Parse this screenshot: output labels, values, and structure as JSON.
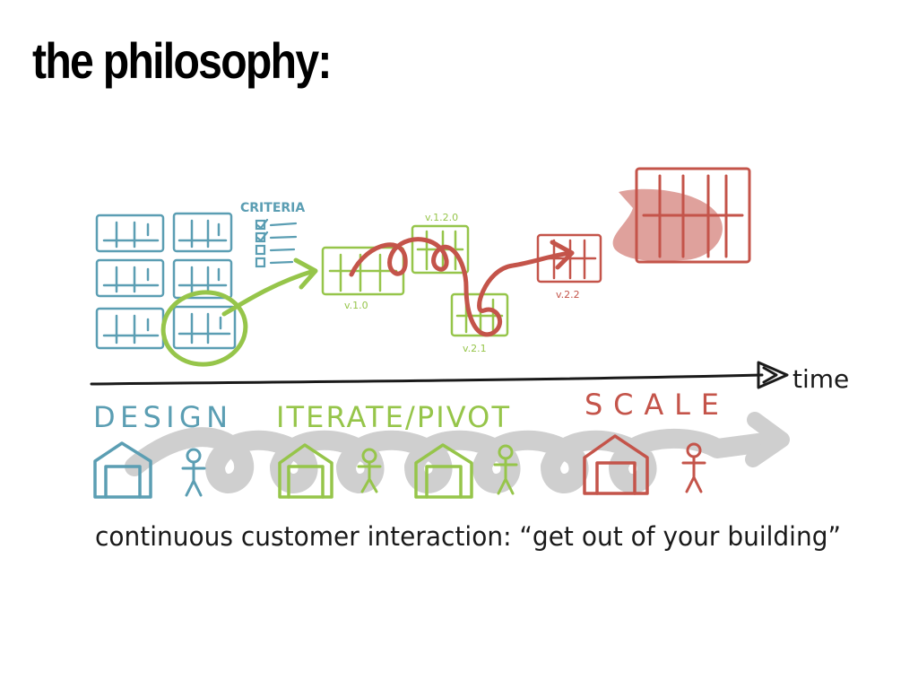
{
  "slide": {
    "title": "the philosophy:"
  },
  "diagram": {
    "criteria_label": "CRITERIA",
    "version_labels": [
      "v.1.0",
      "v.1.2.0",
      "v.2.1",
      "v.2.2"
    ],
    "time_label": "time",
    "phases": [
      "DESIGN",
      "ITERATE/PIVOT",
      "SCALE"
    ],
    "caption": "continuous customer interaction: “get out of your building”",
    "colors": {
      "design": "#5b9eb3",
      "iterate": "#96c54a",
      "scale": "#c4544a",
      "loop": "#c9c9c9",
      "ink": "#1a1a1a"
    }
  }
}
